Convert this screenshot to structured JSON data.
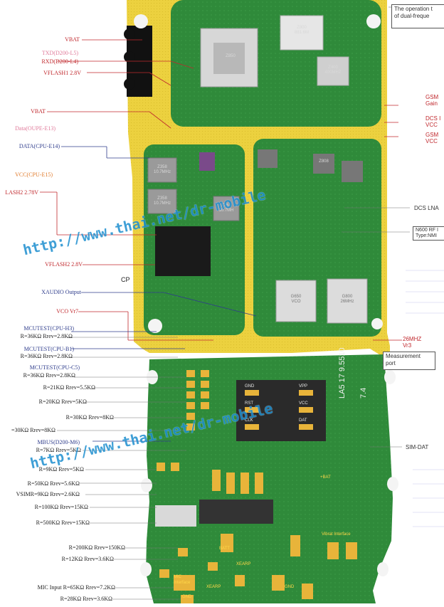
{
  "top_note": {
    "line1": "The operation t",
    "line2": "of dual-freque"
  },
  "left_labels": [
    {
      "id": "vbat",
      "text": "VBAT",
      "color": "red"
    },
    {
      "id": "txd",
      "text": "TXD(D200-L5)",
      "color": "pink"
    },
    {
      "id": "rxd",
      "text": "RXD(D200-L4)",
      "color": "red"
    },
    {
      "id": "vflash1",
      "text": "VFLASH1 2.8V",
      "color": "red"
    },
    {
      "id": "blank1",
      "text": "",
      "color": "red"
    },
    {
      "id": "vbat2",
      "text": "VBAT",
      "color": "red"
    },
    {
      "id": "dataoupe",
      "text": "Data(OUPE-E13)",
      "color": "pink"
    },
    {
      "id": "datacpu",
      "text": "DATA(CPU-E14)",
      "color": "blue"
    },
    {
      "id": "vcc",
      "text": "VCC(CPU-E15)",
      "color": "orange"
    },
    {
      "id": "flash2",
      "text": "LASH2 2.78V",
      "color": "red"
    },
    {
      "id": "vflash2",
      "text": "VFLASH2 2.8V",
      "color": "red"
    },
    {
      "id": "xaudio",
      "text": "XAUDIO Output",
      "color": "blue"
    },
    {
      "id": "vcovr7",
      "text": "VCO Vr7",
      "color": "red"
    },
    {
      "id": "mcutest1",
      "text": "MCUTEST(CPU-H3)",
      "color": "blue"
    },
    {
      "id": "r36a",
      "text": "R=36KΩ Rrev=2.8KΩ",
      "color": "blk"
    },
    {
      "id": "mcutest2",
      "text": "MCUTEST(CPU-B1)",
      "color": "blue"
    },
    {
      "id": "r36b",
      "text": "R=36KΩ Rrev=2.8KΩ",
      "color": "blk"
    },
    {
      "id": "mcutest3",
      "text": "MCUTEST(CPU-C5)",
      "color": "blue"
    },
    {
      "id": "r36c",
      "text": "R=36KΩ Rrev=2.8KΩ",
      "color": "blk"
    },
    {
      "id": "r21",
      "text": "R=21KΩ Rrev=5.5KΩ",
      "color": "blk"
    },
    {
      "id": "r20",
      "text": "R=20KΩ Rrev=5KΩ",
      "color": "blk"
    },
    {
      "id": "r30b",
      "text": "R=30KΩ Rrev=8KΩ",
      "color": "blk"
    },
    {
      "id": "r30a",
      "text": "=30KΩ Rrev=8KΩ",
      "color": "blk"
    },
    {
      "id": "mbus",
      "text": "MBUS(D200-M6)",
      "color": "blue"
    },
    {
      "id": "r7",
      "text": "R=7KΩ Rrev=5KΩ",
      "color": "blk"
    },
    {
      "id": "r9",
      "text": "R=9KΩ Rrev=5KΩ",
      "color": "blk"
    },
    {
      "id": "r50",
      "text": "R=50KΩ Rrev=5.6KΩ",
      "color": "blk"
    },
    {
      "id": "vsimr",
      "text": "VSIMR=9KΩ Rrev=2.6KΩ",
      "color": "blk"
    },
    {
      "id": "r100",
      "text": "R=100KΩ Rrev=15KΩ",
      "color": "blk"
    },
    {
      "id": "r500",
      "text": "R=500KΩ Rrev=15KΩ",
      "color": "blk"
    },
    {
      "id": "r200",
      "text": "R=200KΩ Rrev=150KΩ",
      "color": "blk"
    },
    {
      "id": "r12",
      "text": "R=12KΩ Rrev=3.6KΩ",
      "color": "blk"
    },
    {
      "id": "mic",
      "text": "MIC Input  R=65KΩ Rrev=7.2KΩ",
      "color": "blk"
    },
    {
      "id": "r28",
      "text": "R=28KΩ Rrev=3.6KΩ",
      "color": "blk"
    }
  ],
  "right_labels": {
    "gsm1": "GSM",
    "gsm1b": "Gain",
    "dcs1": "DCS I",
    "dcs1b": "VCC",
    "gsm2": "GSM",
    "gsm2b": "VCC",
    "dcslna": "DCS LNA",
    "n600": "N600 RF I",
    "n600b": "Type:NMI",
    "mhz26": "26MHZ",
    "vr3": "Vr3",
    "simdat": "SIM-DAT"
  },
  "chips": {
    "z800": "Z800\n881.6M",
    "z400": "Z400\n400MHZ",
    "z358a": "Z358\n10.7MHz",
    "z358b": "Z358\n10.7MHz",
    "z361": "Z361\n10.7MH",
    "z850": "Z850",
    "g650": "G650\nVCO",
    "g800": "G800\n26MHz",
    "z808": "Z808"
  },
  "measurement": "Measurement\nport",
  "cp_label": "CP",
  "board_text": "LA5 17   9.5510",
  "board_text2": "7.4",
  "pcb_labels": [
    "GND",
    "VPP",
    "VCC",
    "DAT",
    "CLK",
    "RST",
    "BATT",
    "+BAT",
    "GND",
    "XEARP",
    "MIC",
    "Interface",
    "XEARP",
    "GND",
    "Vibrat Interface"
  ],
  "watermark": "http://www.thai.net/dr-mobile"
}
